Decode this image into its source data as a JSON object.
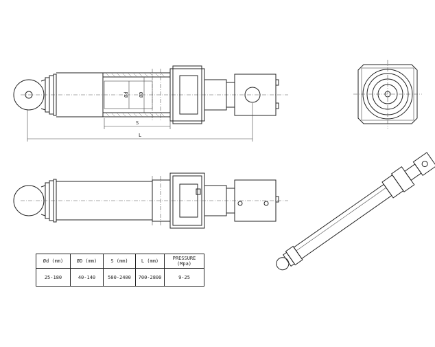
{
  "dimensions": {
    "rod_diameter_label": "Ød",
    "bore_diameter_label": "ØD",
    "stroke_label": "S",
    "length_label": "L"
  },
  "spec_table": {
    "headers": [
      "Ød (mm)",
      "ØD (mm)",
      "S (mm)",
      "L (mm)",
      "PRESSURE (Mpa)"
    ],
    "values": [
      "25-180",
      "40-140",
      "500-2400",
      "700-2800",
      "9-25"
    ]
  }
}
